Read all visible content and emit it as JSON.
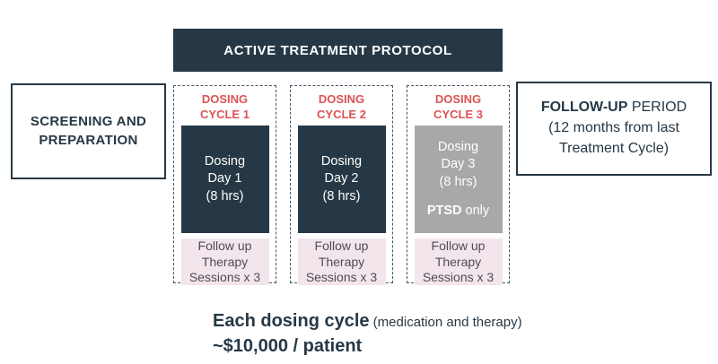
{
  "colors": {
    "navy": "#263845",
    "red": "#DC5355",
    "pink": "#F3E5EC",
    "gray": "#A8A8A8",
    "dash_border": "#40566B",
    "pink_text": "#4D4D59"
  },
  "header": {
    "title": "ACTIVE TREATMENT PROTOCOL"
  },
  "screening_box": {
    "label": "SCREENING AND\nPREPARATION"
  },
  "cycles": [
    {
      "label": "DOSING\nCYCLE 1",
      "day_text": "Dosing\nDay 1\n(8 hrs)",
      "followup_text": "Follow up\nTherapy\nSessions x 3"
    },
    {
      "label": "DOSING\nCYCLE 2",
      "day_text": "Dosing\nDay 2\n(8 hrs)",
      "followup_text": "Follow up\nTherapy\nSessions x 3"
    },
    {
      "label": "DOSING\nCYCLE 3",
      "day_text": "Dosing\nDay 3\n(8 hrs)",
      "ptsd_bold": "PTSD",
      "ptsd_rest": " only",
      "followup_text": "Follow up\nTherapy\nSessions x 3"
    }
  ],
  "followup_box": {
    "title_bold": "FOLLOW-UP",
    "title_rest": " PERIOD",
    "subtitle": "(12 months from last\nTreatment Cycle)"
  },
  "footer": {
    "line1_bold": "Each dosing cycle",
    "line1_rest": " (medication and therapy)",
    "line2": "~$10,000 / patient"
  }
}
